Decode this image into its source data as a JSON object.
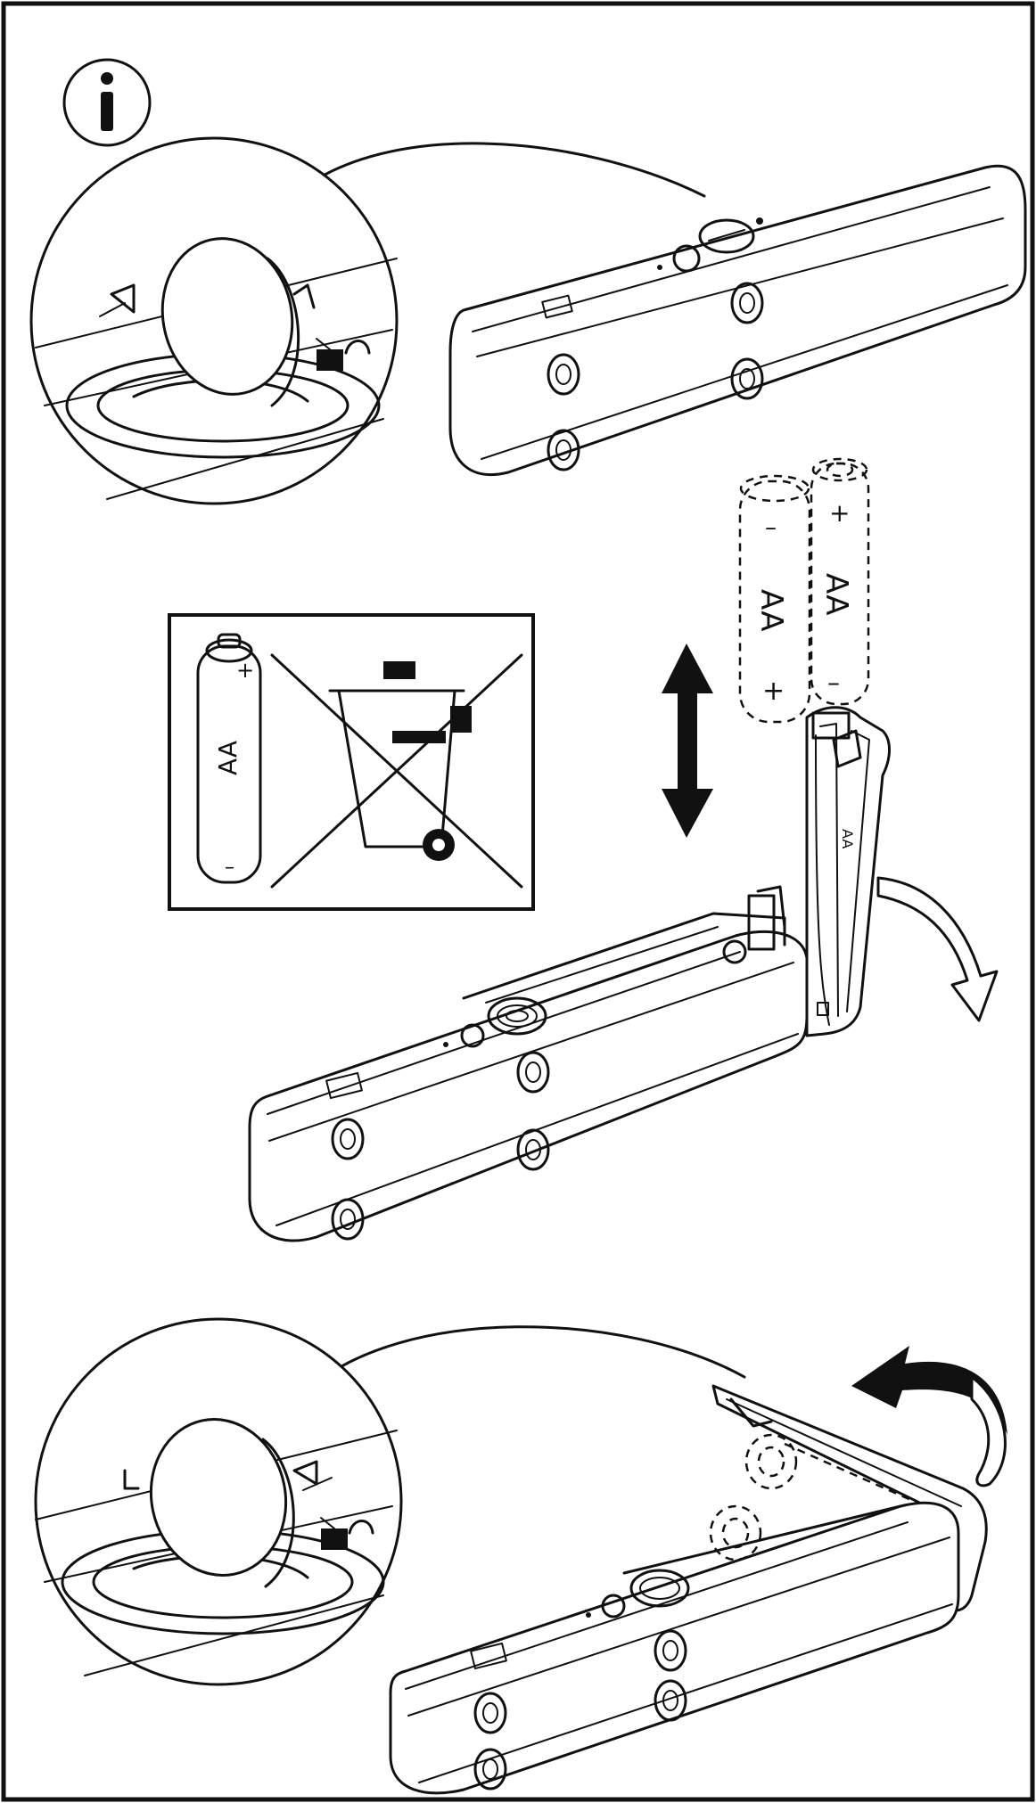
{
  "battery_label_cell": "AA",
  "battery_plus": "+",
  "battery_minus": "–",
  "battery_label_front": "AA",
  "battery_label_back": "AA",
  "icons": {
    "info": "info-icon",
    "recycle_prohibited": "crossed-out-wheelie-bin-icon",
    "insert_remove": "double-arrow-icon",
    "close_lid": "curved-arrow-icon",
    "open_lid": "curved-arrow-icon",
    "lock": "padlock-icon"
  },
  "colors": {
    "line": "#111111",
    "background": "#ffffff"
  }
}
